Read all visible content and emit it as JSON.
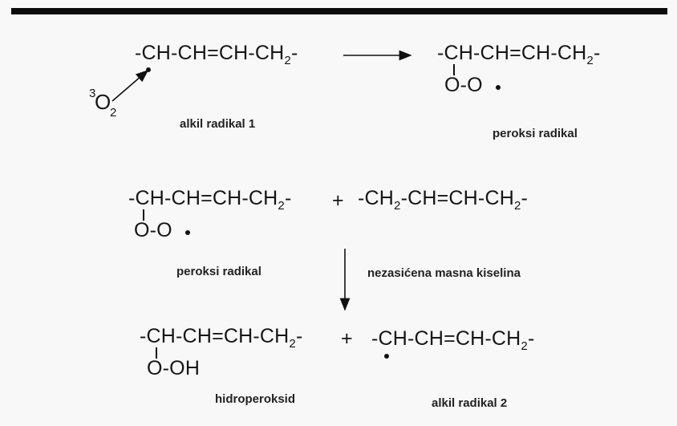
{
  "colors": {
    "ink": "#161616",
    "background": "#f8f8f8",
    "rule": "#0b0b0b"
  },
  "reaction1": {
    "oxygen": {
      "superscript": "3",
      "symbol": "O",
      "subscript": "2"
    },
    "reactant": {
      "formula": "-CH-CH=CH-CH",
      "subscript": "2",
      "tail": "-",
      "label": "alkil radikal 1"
    },
    "product": {
      "formula": "-CH-CH=CH-CH",
      "subscript": "2",
      "tail": "-",
      "substituent": "O-O",
      "label": "peroksi radikal"
    }
  },
  "reaction2": {
    "reactant_a": {
      "formula": "-CH-CH=CH-CH",
      "subscript": "2",
      "tail": "-",
      "substituent": "O-O",
      "label": "peroksi radikal"
    },
    "plus": "+",
    "reactant_b": {
      "formula_start": "-CH",
      "subscript_1": "2",
      "formula_mid": "-CH=CH-CH",
      "subscript_2": "2",
      "tail": "-",
      "label": "nezasićena masna kiselina"
    },
    "product_a": {
      "formula": "-CH-CH=CH-CH",
      "subscript": "2",
      "tail": "-",
      "substituent": "O-OH",
      "label": "hidroperoksid"
    },
    "plus_2": "+",
    "product_b": {
      "formula": "-CH-CH=CH-CH",
      "subscript": "2",
      "tail": "-",
      "label": "alkil radikal 2"
    }
  }
}
